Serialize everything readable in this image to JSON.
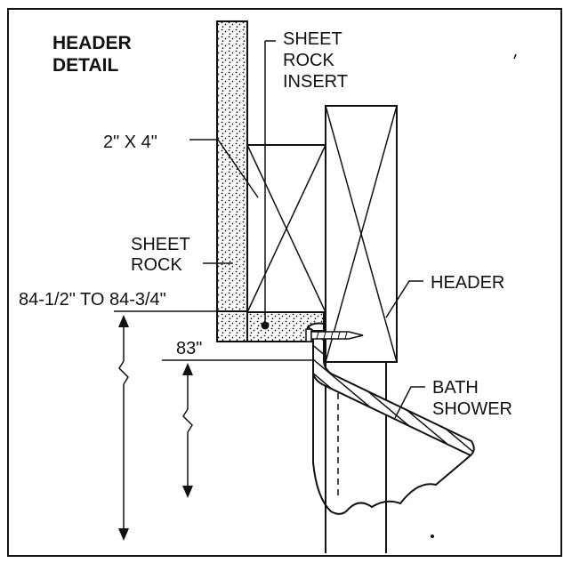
{
  "title": {
    "line1": "HEADER",
    "line2": "DETAIL"
  },
  "labels": {
    "sheet_rock_insert": {
      "line1": "SHEET",
      "line2": "ROCK",
      "line3": "INSERT"
    },
    "stud": "2\" X 4\"",
    "sheet_rock": {
      "line1": "SHEET",
      "line2": "ROCK"
    },
    "header": "HEADER",
    "dim_upper": "84-1/2\" TO 84-3/4\"",
    "dim_lower": "83\"",
    "bath_shower": {
      "line1": "BATH",
      "line2": "SHOWER"
    }
  }
}
